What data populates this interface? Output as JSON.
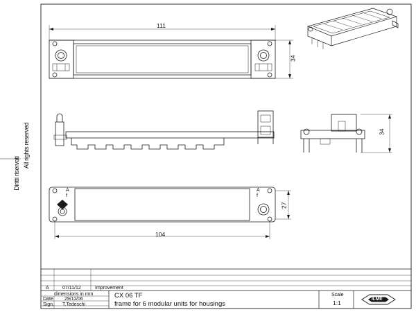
{
  "side_text": {
    "copyright_a": "All rights reserved",
    "copyright_b": "Diritti riservati"
  },
  "dimensions": {
    "top_width": "111",
    "top_height": "34",
    "side_height": "34",
    "bottom_width": "104",
    "bottom_height": "27"
  },
  "marks": {
    "arrow_a": "A",
    "arrow_b": "f"
  },
  "revision": {
    "letter": "A",
    "date": "07/11/12",
    "description": "Improvement"
  },
  "title_block": {
    "units_note": "dimensions in mm",
    "date_label": "Date",
    "date_value": "29/11/06",
    "sign_label": "Sign.",
    "sign_value": "T.Tedeschi",
    "code": "CX 06 TF",
    "description": "frame for 6 modular units for housings",
    "scale_label": "Scale",
    "scale_value": "1:1",
    "logo_text": "ILME"
  },
  "colors": {
    "line": "#1a1a1a",
    "thin": "#444444",
    "paper": "#ffffff"
  }
}
